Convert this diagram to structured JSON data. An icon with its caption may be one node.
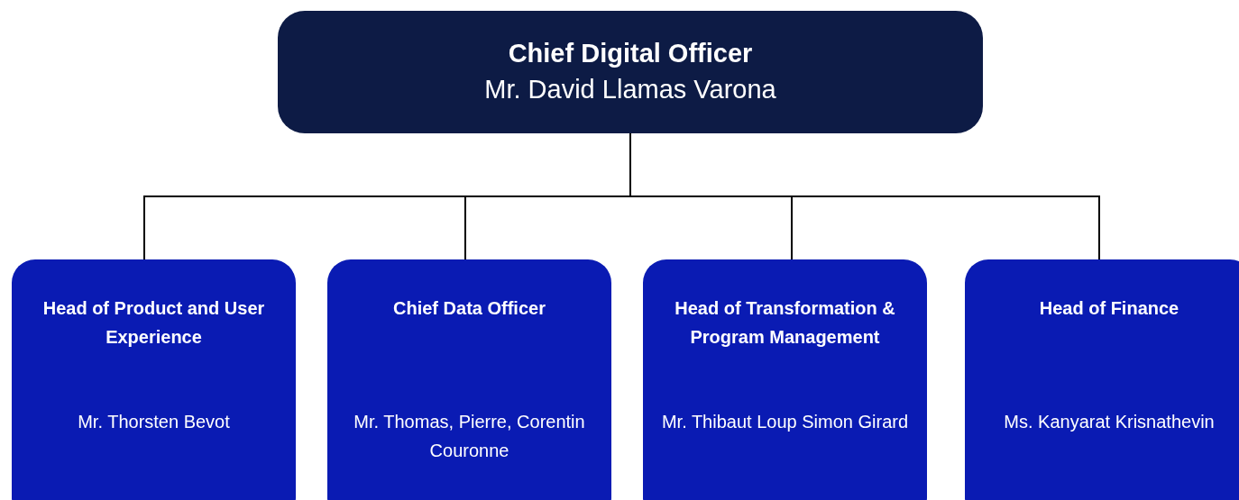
{
  "diagram": {
    "nodes": [
      {
        "text": [
          "Chief Digital Officer",
          "Mr. David Llamas Varona"
        ]
      },
      {
        "text": [
          "Head of Product and User Experience",
          "Mr. Thorsten Bevot"
        ]
      },
      {
        "text": [
          "Chief Data Officer",
          "Mr. Thomas, Pierre, Corentin Couronne"
        ]
      },
      {
        "text": [
          "Head of Transformation & Program Management",
          "Mr. Thibaut Loup Simon Girard"
        ]
      },
      {
        "text": [
          "Head of Finance",
          "Ms. Kanyarat Krisnathevin"
        ]
      }
    ],
    "edges": [
      {
        "from": 0,
        "to": 1,
        "arrow": "none"
      },
      {
        "from": 0,
        "to": 2,
        "arrow": "none"
      },
      {
        "from": 0,
        "to": 3,
        "arrow": "none"
      },
      {
        "from": 0,
        "to": 4,
        "arrow": "none"
      }
    ]
  }
}
